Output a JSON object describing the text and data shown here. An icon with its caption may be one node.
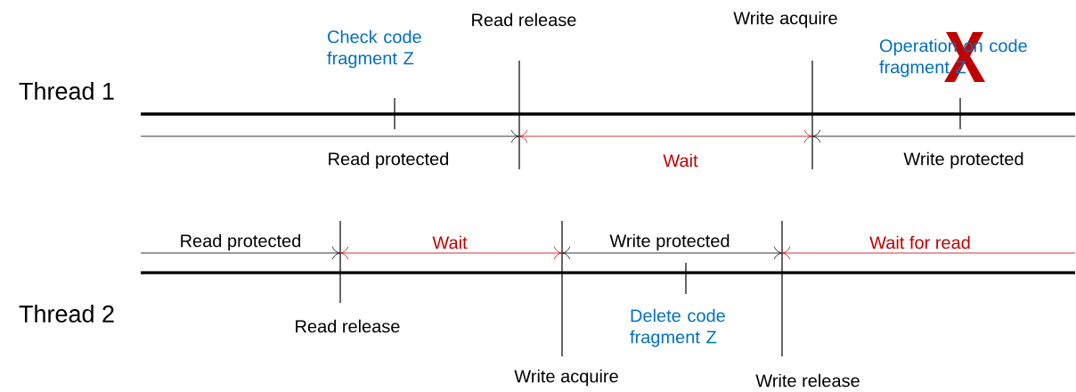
{
  "diagram": {
    "labels": [
      "Check code fragment Z",
      "Read release",
      "Write acquire",
      "Operation on code fragment Z",
      "Thread 1",
      "Read protected",
      "Wait",
      "Write protected",
      "Read protected",
      "Wait",
      "Write protected",
      "Wait for read",
      "Thread 2",
      "Read release",
      "Delete code fragment Z",
      "Write acquire",
      "Write release"
    ]
  }
}
